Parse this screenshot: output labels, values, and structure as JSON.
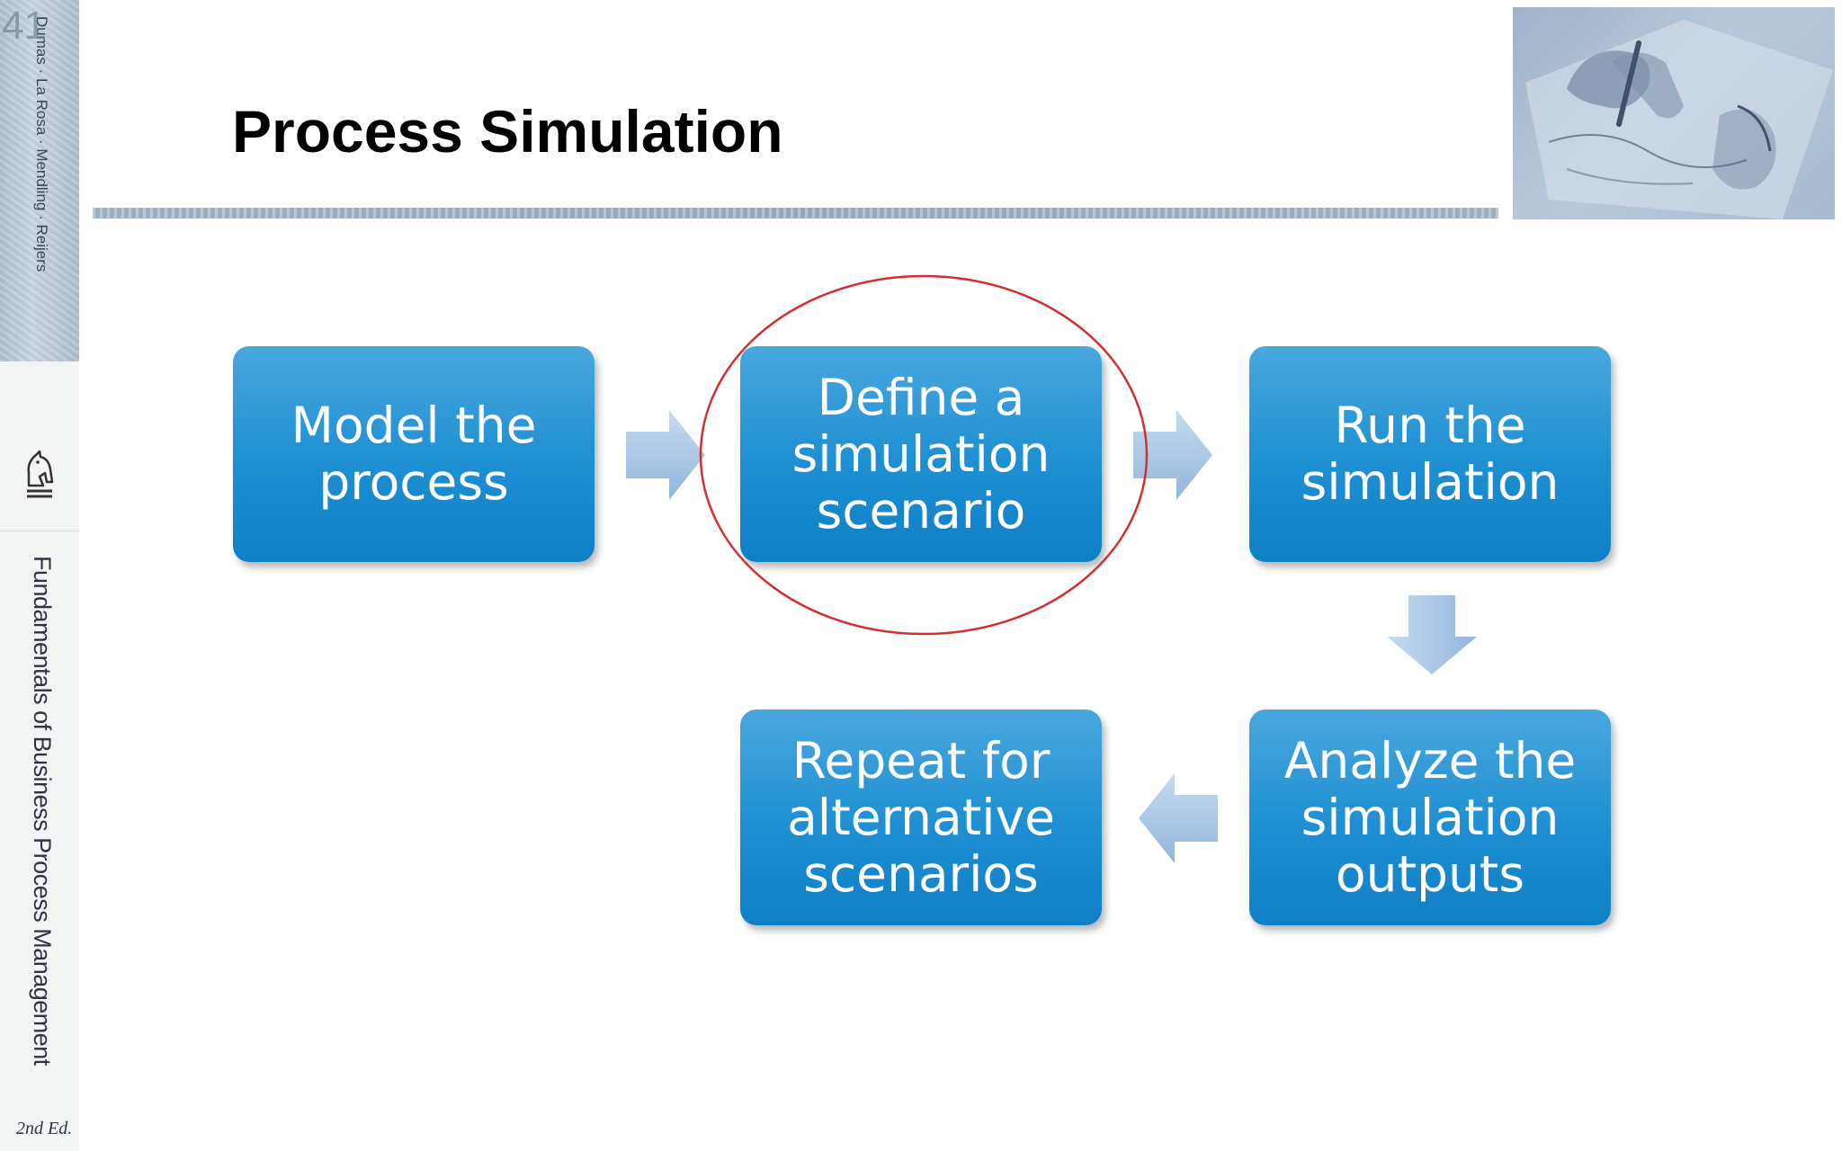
{
  "slide": {
    "page_number": "41",
    "title": "Process Simulation"
  },
  "spine": {
    "authors": "Dumas · La Rosa · Mendling · Reijers",
    "book_title": "Fundamentals of Business Process Management",
    "edition": "2nd Ed."
  },
  "diagram": {
    "steps": [
      {
        "label": "Model the\nprocess"
      },
      {
        "label": "Define a\nsimulation\nscenario"
      },
      {
        "label": "Run the\nsimulation"
      },
      {
        "label": "Analyze the\nsimulation\noutputs"
      },
      {
        "label": "Repeat for\nalternative\nscenarios"
      }
    ],
    "highlighted_step": 1,
    "colors": {
      "box": "#1d8fd2",
      "arrow": "#a9c5e3",
      "highlight": "#d32f2f"
    }
  }
}
